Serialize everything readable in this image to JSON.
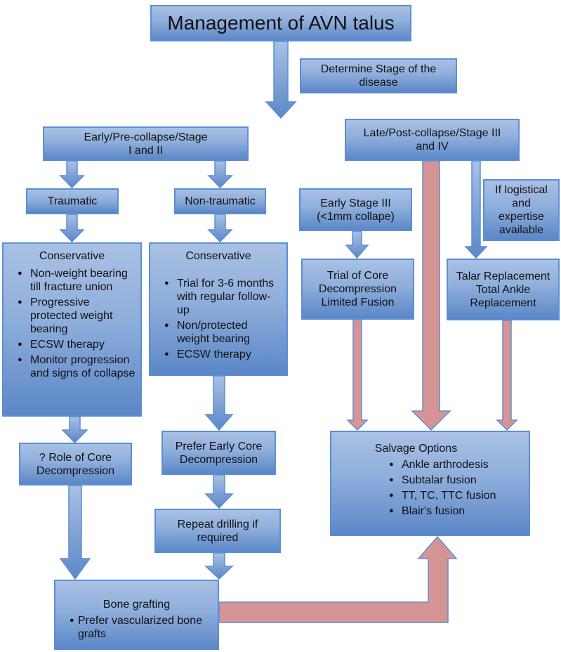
{
  "title": "Management of AVN talus",
  "nodes": {
    "determine": "Determine Stage of the disease",
    "early": "Early/Pre-collapse/Stage I and II",
    "late": "Late/Post-collapse/Stage III and IV",
    "traumatic": "Traumatic",
    "non_traumatic": "Non-traumatic",
    "early_stage3": "Early Stage III (<1mm collape)",
    "logistical": "If logistical and expertise available",
    "cons_traumatic": {
      "heading": "Conservative",
      "items": [
        "Non-weight bearing till fracture union",
        "Progressive protected weight bearing",
        "ECSW therapy",
        "Monitor progression and signs of collapse"
      ]
    },
    "cons_non_traumatic": {
      "heading": "Conservative",
      "items": [
        "Trial for 3-6 months with regular follow-up",
        "Non/protected weight bearing",
        "ECSW therapy"
      ]
    },
    "trial_core": "Trial of Core Decompression Limited Fusion",
    "talar": "Talar Replacement Total Ankle Replacement",
    "role_core": "? Role of Core Decompression",
    "prefer_early": "Prefer Early Core Decompression",
    "repeat": "Repeat drilling if required",
    "salvage": {
      "heading": "Salvage Options",
      "items": [
        "Ankle arthrodesis",
        "Subtalar fusion",
        "TT, TC, TTC fusion",
        "Blair's fusion"
      ]
    },
    "bone": {
      "heading": "Bone grafting",
      "items": [
        "Prefer vascularized bone grafts"
      ]
    }
  },
  "colors": {
    "box_border": "#5b8fd6",
    "box_top": "#a9c1e4",
    "box_bottom": "#5b87c7",
    "salvage_arrow": "#d69594"
  }
}
